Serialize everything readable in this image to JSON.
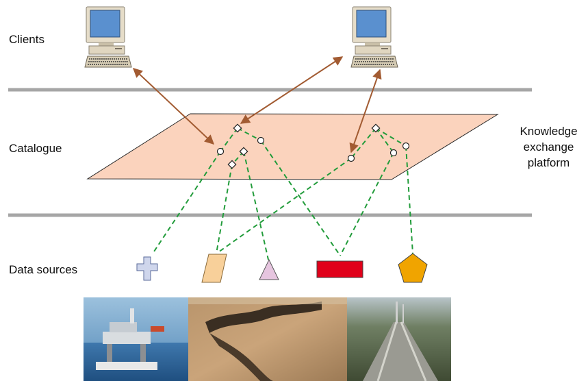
{
  "layers": {
    "clients": "Clients",
    "catalogue": "Catalogue",
    "data_sources": "Data sources"
  },
  "platform_label": [
    "Knowledge",
    "exchange",
    "platform"
  ],
  "colors": {
    "separator": "#a6a6a6",
    "platform_fill": "#fbd3bd",
    "client_link": "#a25b32",
    "source_link": "#229c3b",
    "cross_source": "#cfd6ec",
    "parallelogram_source": "#f8d09a",
    "triangle_source": "#e6c5df",
    "rectangle_source": "#e0001a",
    "pentagon_source": "#f0a400",
    "monitor_screen": "#5a90cf",
    "computer_body": "#e6ddc9"
  },
  "icons": [
    "computer-icon",
    "computer-icon",
    "cross-shape-icon",
    "parallelogram-shape-icon",
    "triangle-shape-icon",
    "rectangle-shape-icon",
    "pentagon-shape-icon"
  ],
  "photos": [
    "offshore-oil-platform-photo",
    "eroded-landscape-photo",
    "pipeline-photo"
  ]
}
